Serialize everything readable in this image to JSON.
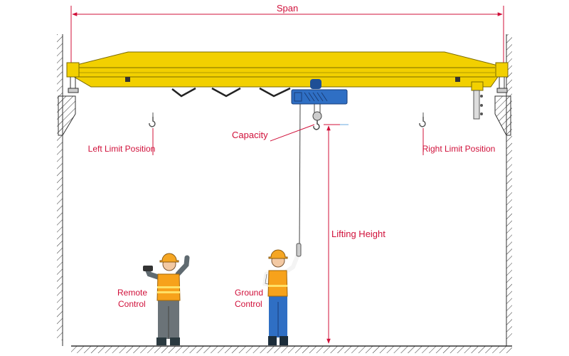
{
  "title": "Single Girder Overhead Crane Dimensions",
  "labels": {
    "span": "Span",
    "capacity": "Capacity",
    "left_limit": "Left Limit Position",
    "right_limit": "Right Limit Position",
    "lifting_height": "Lifting Height",
    "remote_control_1": "Remote",
    "remote_control_2": "Control",
    "ground_control_1": "Ground",
    "ground_control_2": "Control"
  },
  "colors": {
    "dimension": "#d0103a",
    "girder": "#f2d000",
    "hoist": "#2f6fc4",
    "vest": "#f7a21b",
    "helmet": "#f5a623"
  }
}
